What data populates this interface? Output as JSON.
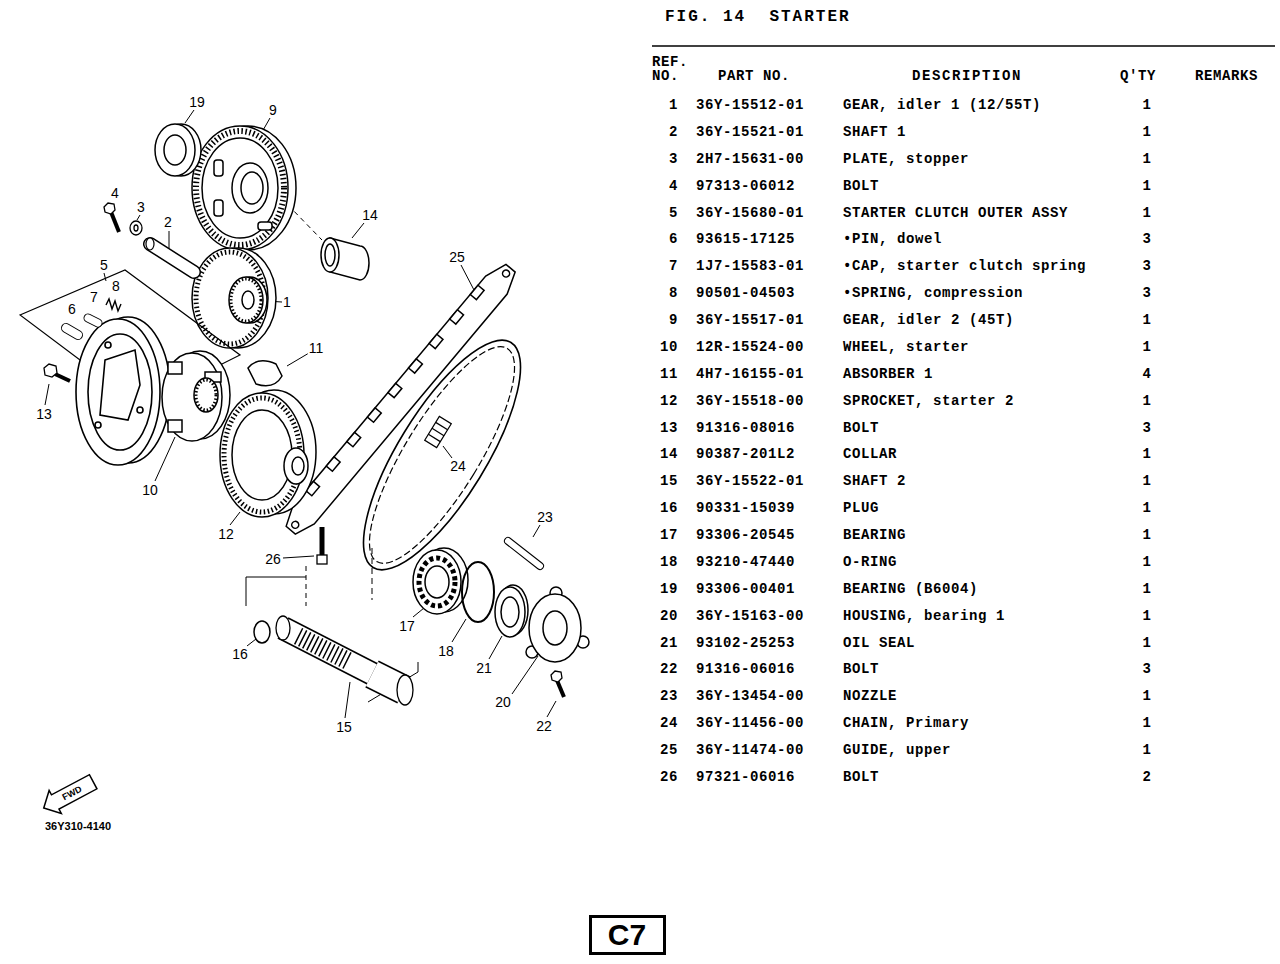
{
  "diagram": {
    "title": "FIG. 14  STARTER",
    "nodes": [
      {
        "text": [
          "C7"
        ]
      }
    ],
    "labels": [
      "19",
      "9",
      "4",
      "3",
      "2",
      "14",
      "1",
      "5",
      "6",
      "7",
      "8",
      "25",
      "11",
      "13",
      "10",
      "12",
      "24",
      "26",
      "23",
      "16",
      "17",
      "18",
      "21",
      "20",
      "22",
      "15",
      "FWD",
      "36Y310-4140",
      "REF. NO.",
      "PART NO.",
      "DESCRIPTION",
      "Q'TY",
      "REMARKS",
      "1",
      "36Y-15512-01",
      "GEAR, idler 1 (12/55T)",
      "1",
      "2",
      "36Y-15521-01",
      "SHAFT 1",
      "1",
      "3",
      "2H7-15631-00",
      "PLATE, stopper",
      "1",
      "4",
      "97313-06012",
      "BOLT",
      "1",
      "5",
      "36Y-15680-01",
      "STARTER CLUTCH OUTER ASSY",
      "1",
      "6",
      "93615-17125",
      "•PIN, dowel",
      "3",
      "7",
      "1J7-15583-01",
      "•CAP, starter clutch spring",
      "3",
      "8",
      "90501-04503",
      "•SPRING, compression",
      "3",
      "9",
      "36Y-15517-01",
      "GEAR, idler 2 (45T)",
      "1",
      "10",
      "12R-15524-00",
      "WHEEL, starter",
      "1",
      "11",
      "4H7-16155-01",
      "ABSORBER 1",
      "4",
      "12",
      "36Y-15518-00",
      "SPROCKET, starter 2",
      "1",
      "13",
      "91316-08016",
      "BOLT",
      "3",
      "14",
      "90387-201L2",
      "COLLAR",
      "1",
      "15",
      "36Y-15522-01",
      "SHAFT 2",
      "1",
      "16",
      "90331-15039",
      "PLUG",
      "1",
      "17",
      "93306-20545",
      "BEARING",
      "1",
      "18",
      "93210-47440",
      "O-RING",
      "1",
      "19",
      "93306-00401",
      "BEARING (B6004)",
      "1",
      "20",
      "36Y-15163-00",
      "HOUSING, bearing 1",
      "1",
      "21",
      "93102-25253",
      "OIL SEAL",
      "1",
      "22",
      "91316-06016",
      "BOLT",
      "3",
      "23",
      "36Y-13454-00",
      "NOZZLE",
      "1",
      "24",
      "36Y-11456-00",
      "CHAIN, Primary",
      "1",
      "25",
      "36Y-11474-00",
      "GUIDE, upper",
      "1",
      "26",
      "97321-06016",
      "BOLT",
      "2"
    ]
  }
}
